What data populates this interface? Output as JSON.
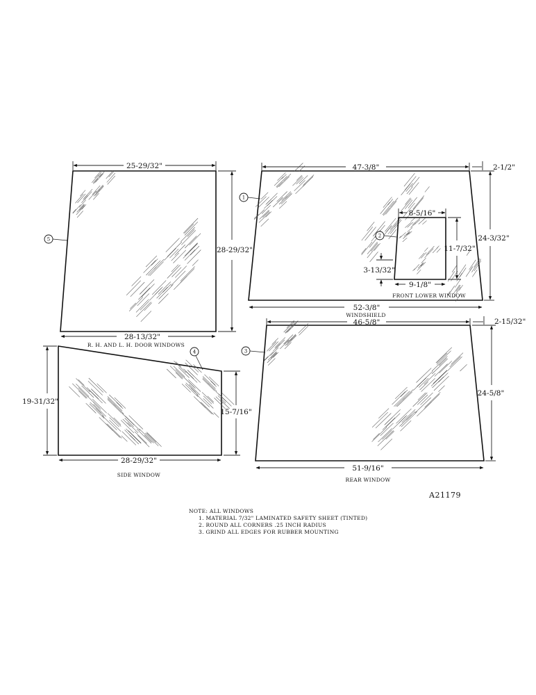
{
  "drawing_id": "A21179",
  "door_windows": {
    "caption": "R. H. AND L. H. DOOR WINDOWS",
    "top_width": "25-29/32\"",
    "height": "28-29/32\"",
    "bottom_width": "28-13/32\"",
    "callout": "5"
  },
  "windshield": {
    "caption": "WINDSHIELD",
    "top_width": "47-3/8\"",
    "offset": "2-1/2\"",
    "height": "24-3/32\"",
    "bottom_width": "52-3/8\"",
    "callout": "1"
  },
  "front_lower_window": {
    "caption": "FRONT LOWER WINDOW",
    "top_width": "8-5/16\"",
    "height": "11-7/32\"",
    "left_height": "3-13/32\"",
    "bottom_width": "9-1/8\"",
    "callout": "2"
  },
  "side_window": {
    "caption": "SIDE WINDOW",
    "left_height": "19-31/32\"",
    "right_height": "15-7/16\"",
    "bottom_width": "28-29/32\"",
    "callout": "4"
  },
  "rear_window": {
    "caption": "REAR WINDOW",
    "top_width": "46-5/8\"",
    "offset": "2-15/32\"",
    "height": "24-5/8\"",
    "bottom_width": "51-9/16\"",
    "callout": "3"
  },
  "notes": {
    "heading": "NOTE:  ALL WINDOWS",
    "items": [
      "1. MATERIAL 7/32\" LAMINATED SAFETY SHEET (TINTED)",
      "2. ROUND ALL CORNERS .25 INCH RADIUS",
      "3. GRIND ALL EDGES FOR RUBBER MOUNTING"
    ]
  }
}
